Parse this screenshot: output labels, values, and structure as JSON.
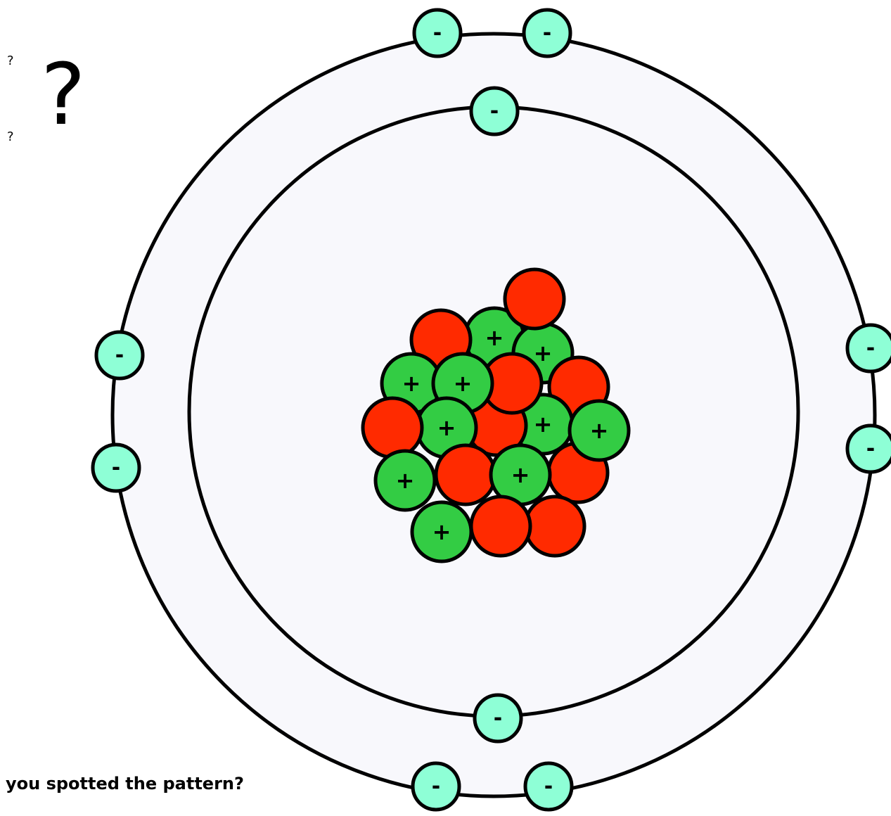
{
  "question_marks": {
    "small_top": "?",
    "small_bottom": "?",
    "large": "?"
  },
  "caption": "you spotted the pattern?",
  "symbols": {
    "proton": "+",
    "electron": "-"
  },
  "colors": {
    "proton": "#33cc44",
    "neutron": "#ff2a00",
    "electron": "#8effd6",
    "shell_fill": "#f8f8fc",
    "outline": "#000000"
  },
  "counts": {
    "inner_shell_electrons": 2,
    "outer_shell_electrons": 8,
    "protons": 10,
    "neutrons": 10
  }
}
